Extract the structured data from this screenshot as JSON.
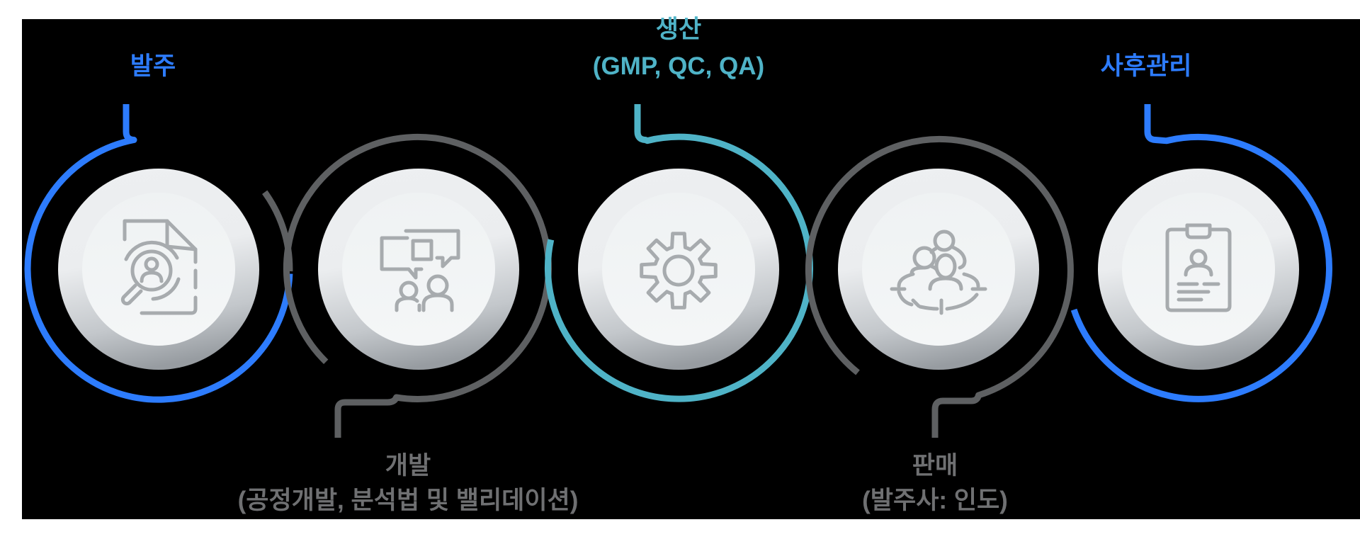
{
  "colors": {
    "blue": "#2D7CFE",
    "teal": "#4FB3C7",
    "ring_gray": "#5E6062",
    "label_gray": "#6F7072",
    "icon_stroke": "#A7ABAE",
    "panel_background": "#000000",
    "circle_inner": "#F2F5F6"
  },
  "steps": [
    {
      "id": "order",
      "accent": "blue",
      "label_position": "top",
      "icon": "document-search-icon",
      "label_lines": [
        "발주"
      ]
    },
    {
      "id": "development",
      "accent": "gray",
      "label_position": "bottom",
      "icon": "consultation-icon",
      "label_lines": [
        "개발",
        "(공정개발, 분석법 및 밸리데이션)"
      ]
    },
    {
      "id": "production",
      "accent": "teal",
      "label_position": "top",
      "icon": "gear-icon",
      "label_lines": [
        "생산",
        "(GMP, QC, QA)"
      ]
    },
    {
      "id": "sales",
      "accent": "gray",
      "label_position": "bottom",
      "icon": "customers-target-icon",
      "label_lines": [
        "판매",
        "(발주사: 인도)"
      ]
    },
    {
      "id": "after-service",
      "accent": "blue",
      "label_position": "top",
      "icon": "id-badge-icon",
      "label_lines": [
        "사후관리"
      ]
    }
  ]
}
